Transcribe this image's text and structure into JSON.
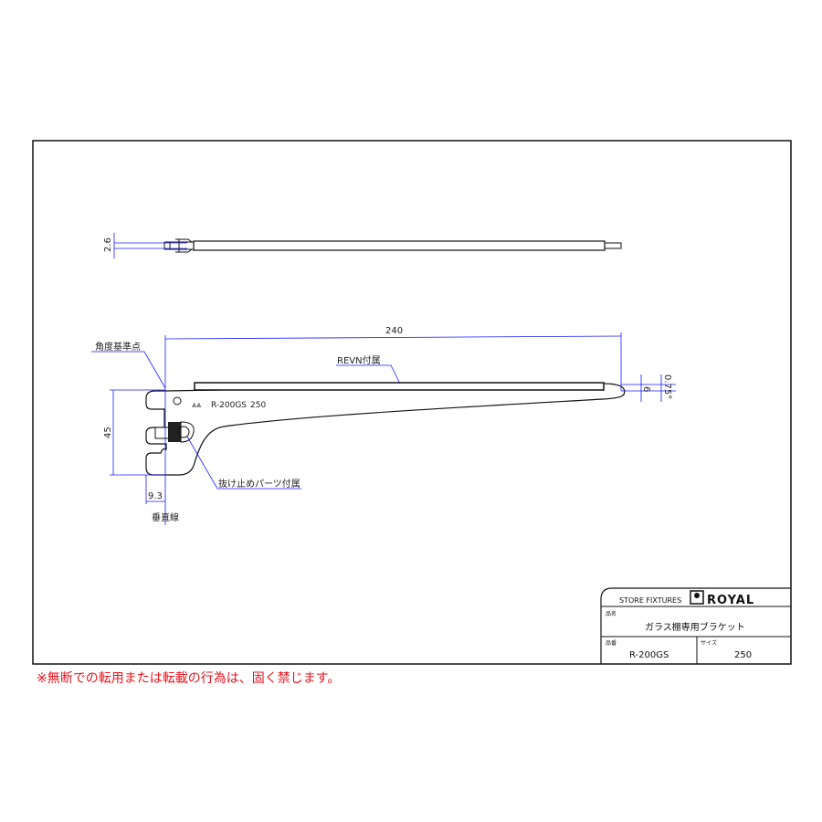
{
  "drawing": {
    "dimensions": {
      "thickness": "2.6",
      "length": "240",
      "height": "45",
      "offset": "9.3",
      "tip": "6",
      "angle": "0.75°"
    },
    "labels": {
      "angle_reference": "角度基準点",
      "revn": "REVN付属",
      "stopper": "抜け止めパーツ付属",
      "vertical_line": "垂直線"
    },
    "engraving": {
      "model": "R-200GS",
      "size": "250"
    }
  },
  "title_block": {
    "company_tagline": "STORE FIXTURES",
    "brand": "ROYAL",
    "name_label": "品名",
    "name_value": "ガラス棚専用ブラケット",
    "part_label": "品番",
    "part_value": "R-200GS",
    "size_label": "サイズ",
    "size_value": "250"
  },
  "note": "※無断での転用または転載の行為は、固く禁じます。",
  "colors": {
    "dimension": "#1a1aff",
    "outline": "#111111",
    "note": "#e8141e"
  }
}
